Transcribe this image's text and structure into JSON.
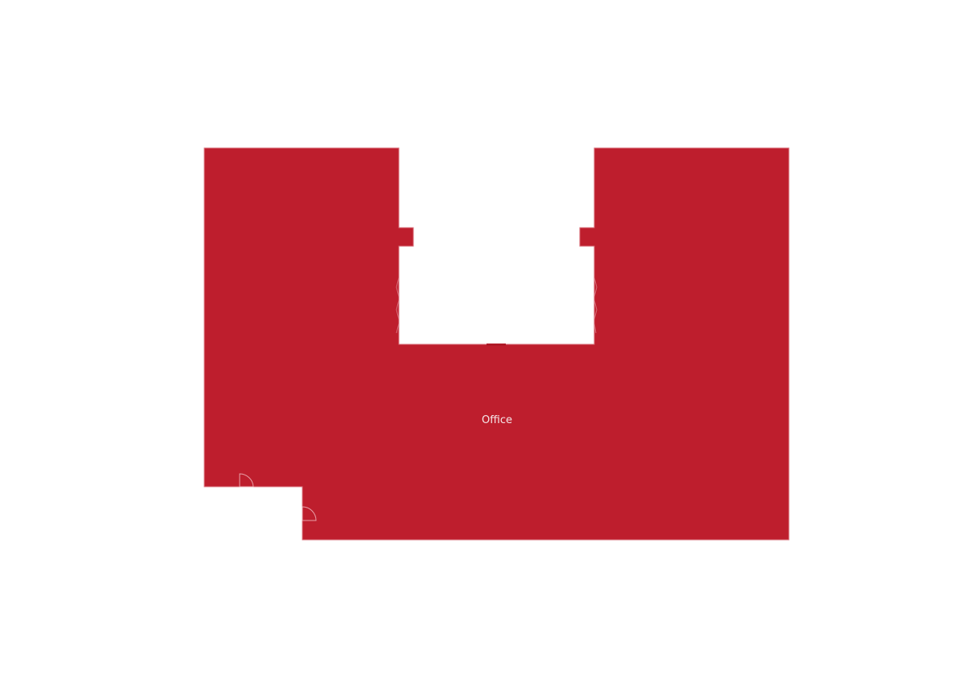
{
  "floorplan": {
    "fill_color": "#be1e2d",
    "line_color": "#e8a0a8",
    "rooms": [
      {
        "label": "Office"
      }
    ],
    "doors": [
      {
        "name": "door-left-lower"
      },
      {
        "name": "door-step-entrance"
      }
    ]
  }
}
